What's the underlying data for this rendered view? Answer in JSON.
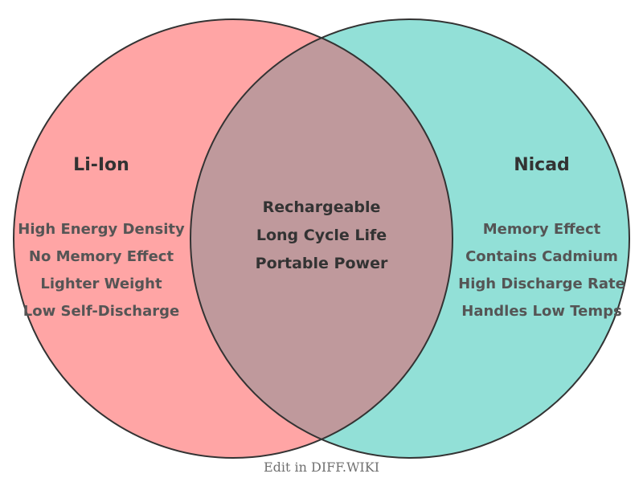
{
  "venn": {
    "left": {
      "title": "Li-Ion",
      "items": [
        "High Energy Density",
        "No Memory Effect",
        "Lighter Weight",
        "Low Self-Discharge"
      ],
      "fill": "#FFA5A5"
    },
    "right": {
      "title": "Nicad",
      "items": [
        "Memory Effect",
        "Contains Cadmium",
        "High Discharge Rate",
        "Handles Low Temps"
      ],
      "fill": "#92E0D7"
    },
    "overlap": {
      "items": [
        "Rechargeable",
        "Long Cycle Life",
        "Portable Power"
      ],
      "fill": "#BF999C"
    },
    "outline_color": "#333333",
    "text_colors": {
      "titles": "#333333",
      "side_items": "#555555",
      "overlap_items": "#333333"
    }
  },
  "footer": {
    "label": "Edit in DIFF.WIKI",
    "color": "#707070"
  }
}
